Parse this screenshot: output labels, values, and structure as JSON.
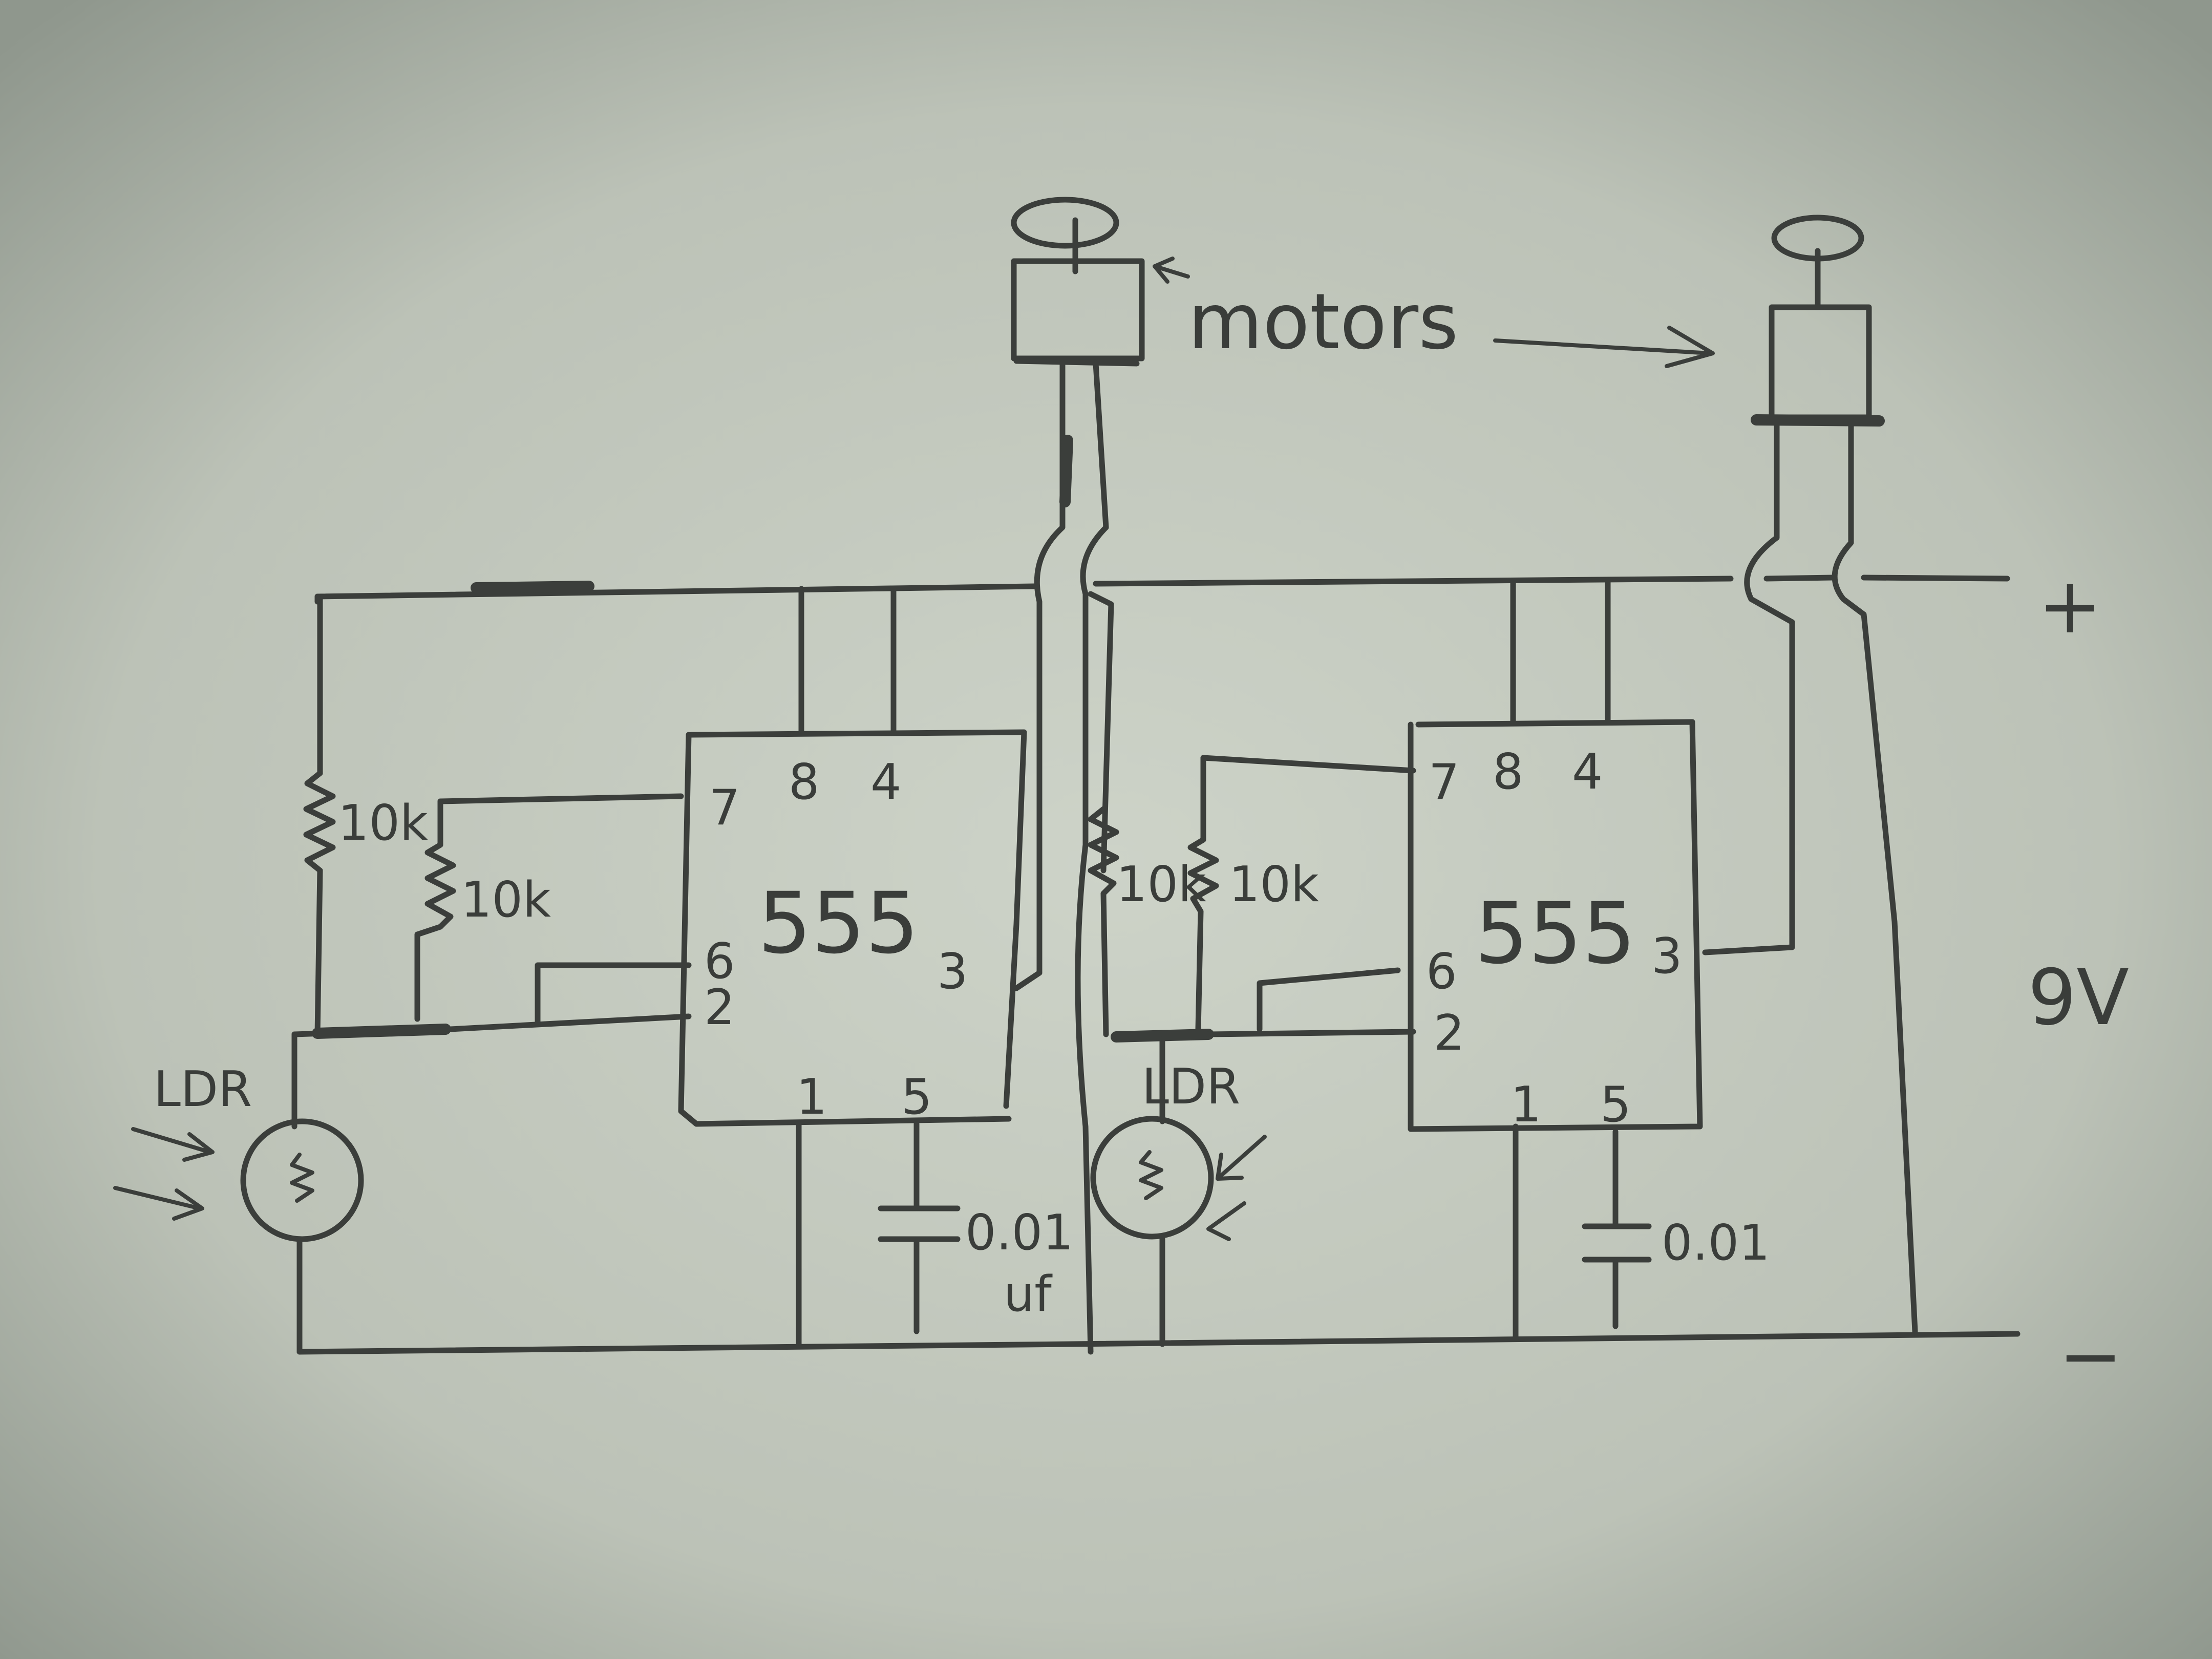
{
  "labels": {
    "motors": "motors",
    "plus": "+",
    "minus": "−",
    "voltage": "9V"
  },
  "left_circuit": {
    "ic": "555",
    "pins": {
      "p8": "8",
      "p4": "4",
      "p7": "7",
      "p6": "6",
      "p2": "2",
      "p3": "3",
      "p1": "1",
      "p5": "5"
    },
    "r1": "10k",
    "r2": "10k",
    "ldr": "LDR",
    "cap_value": "0.01",
    "cap_unit": "uf"
  },
  "right_circuit": {
    "ic": "555",
    "pins": {
      "p8": "8",
      "p4": "4",
      "p7": "7",
      "p6": "6",
      "p2": "2",
      "p3": "3",
      "p1": "1",
      "p5": "5"
    },
    "r1": "10k",
    "r2": "10k",
    "ldr": "LDR",
    "cap_value": "0.01"
  },
  "colors": {
    "paper": "#c4cabf",
    "pencil": "#3b3e3b"
  }
}
